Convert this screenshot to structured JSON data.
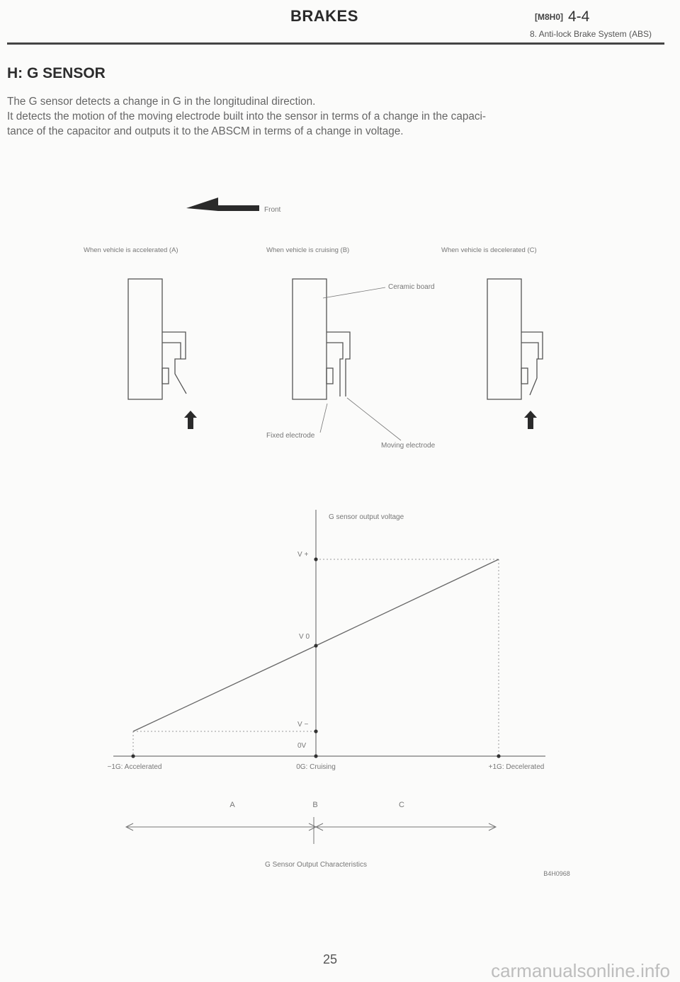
{
  "header": {
    "title": "BRAKES",
    "code": "[M8H0]",
    "number": "4-4",
    "subtitle": "8. Anti-lock Brake System (ABS)"
  },
  "section": {
    "title": "H: G SENSOR",
    "paragraph_lines": [
      "The G sensor detects a change in G in the longitudinal direction.",
      "It detects the motion of the moving electrode built into the sensor in terms of a change in the capaci-",
      "tance of the capacitor and outputs it to the ABSCM in terms of a change in voltage."
    ]
  },
  "sensor_figure": {
    "front_label": "Front",
    "state_a": "When vehicle is accelerated (A)",
    "state_b": "When vehicle is cruising (B)",
    "state_c": "When vehicle is decelerated (C)",
    "ceramic_board": "Ceramic board",
    "fixed_electrode": "Fixed electrode",
    "moving_electrode": "Moving electrode"
  },
  "chart": {
    "ylabel": "G sensor output voltage",
    "y_ticks": [
      "V +",
      "V 0",
      "V −",
      "0V"
    ],
    "x_ticks": [
      "−1G: Accelerated",
      "0G: Cruising",
      "+1G: Decelerated"
    ],
    "regions": [
      "A",
      "B",
      "C"
    ],
    "caption": "G Sensor Output Characteristics",
    "figure_id": "B4H0968"
  },
  "chart_data": {
    "type": "line",
    "title": "G Sensor Output Characteristics",
    "xlabel": "",
    "ylabel": "G sensor output voltage",
    "x_ticks": [
      "−1G: Accelerated",
      "0G: Cruising",
      "+1G: Decelerated"
    ],
    "y_ticks": [
      "0V",
      "V −",
      "V 0",
      "V +"
    ],
    "series": [
      {
        "x": [
          -1,
          0,
          1
        ],
        "y": [
          "V −",
          "V 0",
          "V +"
        ]
      }
    ],
    "regions": [
      "A",
      "B",
      "C"
    ]
  },
  "footer": {
    "page": "25",
    "watermark": "carmanualsonline.info"
  }
}
